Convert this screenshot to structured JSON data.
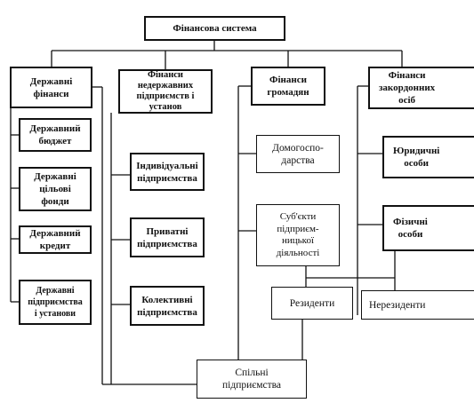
{
  "diagram": {
    "root": "Фінансова система",
    "columns": {
      "state": {
        "header": "Державні\nфінанси",
        "items": [
          "Державний\nбюджет",
          "Державні\nцільові\nфонди",
          "Державний\nкредит",
          "Державні\nпідприємства\nі установи"
        ]
      },
      "nonstate": {
        "header": "Фінанси\nнедержавних\nпідприємств і\nустанов",
        "items": [
          "Індивідуальні\nпідприємства",
          "Приватні\nпідприємства",
          "Колективні\nпідприємства"
        ]
      },
      "citizens": {
        "header": "Фінанси\nгромадян",
        "items": [
          "Домогоспо-\nдарства",
          "Суб'єкти\nпідприєм-\nницької\nдіяльності"
        ]
      },
      "foreign": {
        "header": "Фінанси\nзакордонних\nосіб",
        "items": [
          "Юридичні\nособи",
          "Фізичні\nособи"
        ]
      }
    },
    "residents": "Резиденти",
    "nonresidents": "Нерезиденти",
    "joint": "Спільні\nпідприємства"
  }
}
